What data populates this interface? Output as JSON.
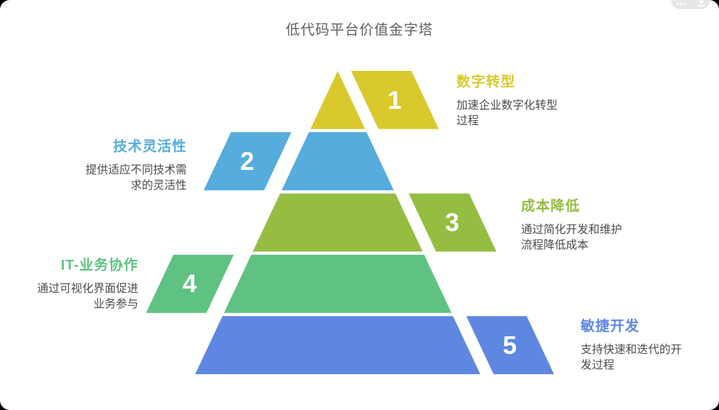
{
  "page": {
    "background": "#000000",
    "card_color": "#ffffff"
  },
  "title": {
    "text": "低代码平台价值金字塔",
    "color": "#5f5f5f"
  },
  "toolbar": {
    "icons": [
      "more-icon",
      "download-icon"
    ],
    "pill_color": "#e7e7e7"
  },
  "pyramid": {
    "levels": [
      {
        "num": "1",
        "heading": "数字转型",
        "desc": "加速企业数字化转型过程",
        "color": "#d9c92d",
        "side": "right"
      },
      {
        "num": "2",
        "heading": "技术灵活性",
        "desc": "提供适应不同技术需求的灵活性",
        "color": "#55acdd",
        "side": "left"
      },
      {
        "num": "3",
        "heading": "成本降低",
        "desc": "通过简化开发和维护流程降低成本",
        "color": "#95bd42",
        "side": "right"
      },
      {
        "num": "4",
        "heading": "IT-业务协作",
        "desc": "通过可视化界面促进业务参与",
        "color": "#5fc283",
        "side": "left"
      },
      {
        "num": "5",
        "heading": "敏捷开发",
        "desc": "支持快速和迭代的开发过程",
        "color": "#5e87e2",
        "side": "right"
      }
    ]
  }
}
